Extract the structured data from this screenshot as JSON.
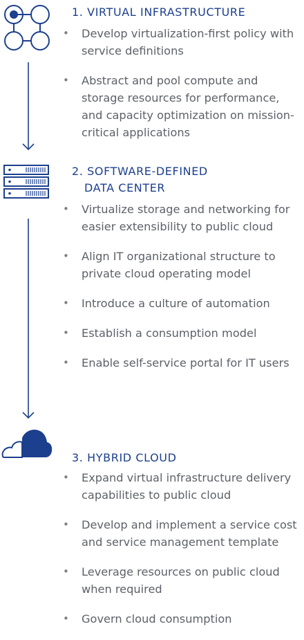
{
  "accent_color": "#1c3f8e",
  "stages": [
    {
      "icon": "network-nodes-icon",
      "title": "1. VIRTUAL INFRASTRUCTURE",
      "bullets": [
        "Develop virtualization-first policy with service definitions",
        "Abstract and pool compute and storage resources for performance, and capacity optimization on mission-critical applications"
      ]
    },
    {
      "icon": "server-rack-icon",
      "title_line1": "2. SOFTWARE-DEFINED",
      "title_line2": "DATA CENTER",
      "bullets": [
        "Virtualize storage and networking for easier extensibility to public cloud",
        "Align IT organizational structure to private cloud operating model",
        "Introduce a culture of automation",
        "Establish a consumption model",
        "Enable self-service portal for IT users"
      ]
    },
    {
      "icon": "cloud-icon",
      "title": "3. HYBRID CLOUD",
      "bullets": [
        "Expand virtual infrastructure delivery capabilities to public cloud",
        "Develop and implement a service cost and service management template",
        "Leverage resources on public cloud when required",
        "Govern cloud consumption"
      ]
    }
  ]
}
